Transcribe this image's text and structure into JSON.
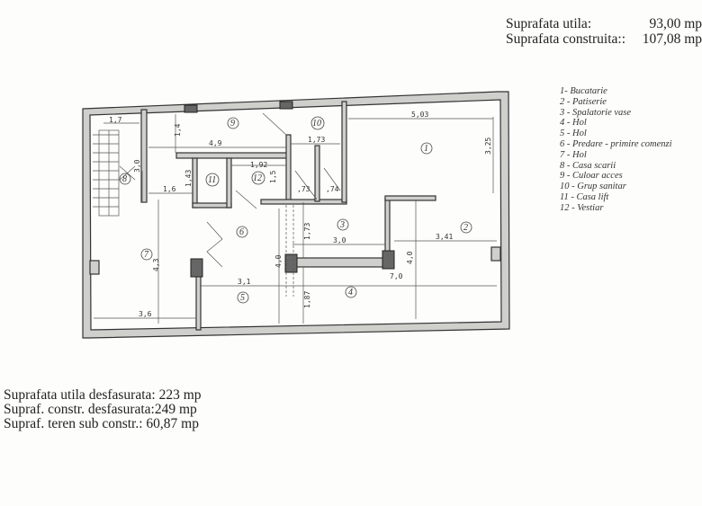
{
  "header": {
    "rows": [
      {
        "label": "Suprafata utila:",
        "value": "93,00 mp"
      },
      {
        "label": "Suprafata construita::",
        "value": "107,08 mp"
      }
    ]
  },
  "legend": [
    "1- Bucatarie",
    "2 - Patiserie",
    "3 - Spalatorie vase",
    "4 - Hol",
    "5 - Hol",
    "6 - Predare - primire comenzi",
    "7 - Hol",
    "8 - Casa scarii",
    "9 - Culoar acces",
    "10 - Grup sanitar",
    "11 - Casa lift",
    "12 - Vestiar"
  ],
  "plan": {
    "room_numbers": [
      "1",
      "2",
      "3",
      "4",
      "5",
      "6",
      "7",
      "8",
      "9",
      "10",
      "11",
      "12"
    ],
    "dimensions": [
      "1,7",
      "1,4",
      "4,9",
      "1,73",
      "5,03",
      "3,25",
      "3,0",
      "1,6",
      "1,43",
      "1,92",
      "1,5",
      "1,73",
      ",73",
      ",74",
      "3,0",
      "3,41",
      "4,3",
      "4,0",
      "4,0",
      "3,1",
      "7,0",
      "1,87",
      "3,6"
    ]
  },
  "totals": [
    "Suprafata utila desfasurata: 223 mp",
    "Supraf. constr. desfasurata:249 mp",
    "Supraf. teren sub constr.: 60,87 mp"
  ]
}
